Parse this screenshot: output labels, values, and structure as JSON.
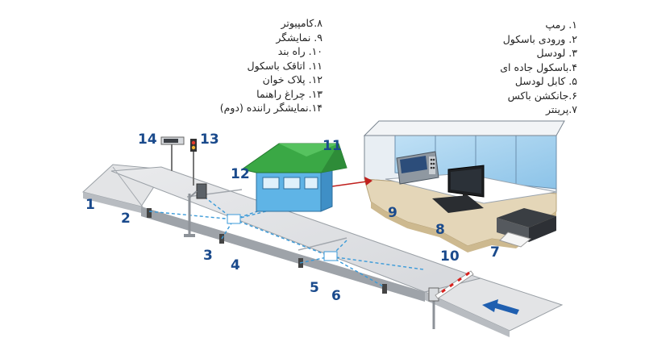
{
  "legend_right": [
    "۱. رمپ",
    "۲. ورودی باسکول",
    "۳. لودسل",
    "۴.باسکول جاده ای",
    "۵. کابل لودسل",
    "۶.جانکشن باکس",
    "۷.پرینتر"
  ],
  "legend_left": [
    "۸.کامپیوتر",
    "۹. نمایشگر",
    "۱۰. راه بند",
    "۱۱. اتاقک باسکول",
    "۱۲. پلاک خوان",
    "۱۳. چراغ راهنما",
    "۱۴.نمایشگر راننده (دوم)"
  ],
  "callouts": [
    "1",
    "2",
    "3",
    "4",
    "5",
    "6",
    "7",
    "8",
    "9",
    "10",
    "11",
    "12",
    "13",
    "14"
  ],
  "colors": {
    "callout": "#1a4a8c",
    "cable": "#3a9ad9",
    "roof": "#3aa845",
    "cabin": "#5fb4e6",
    "arrow": "#1f5fb0",
    "pointer": "#c0201e",
    "barrier_red": "#d8231f"
  }
}
